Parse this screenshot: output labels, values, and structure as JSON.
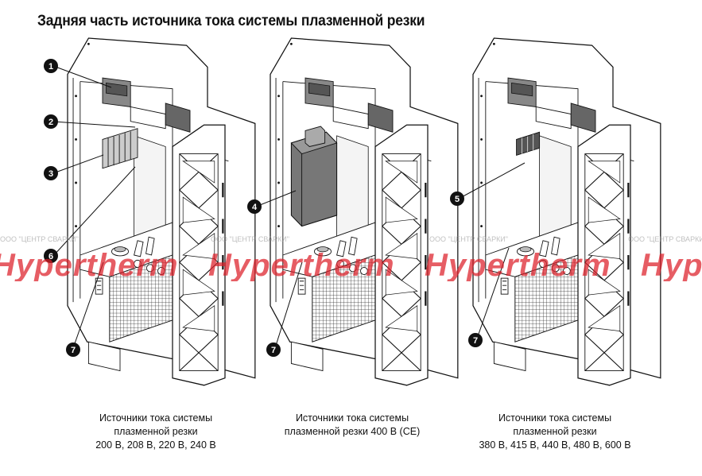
{
  "title": "Задняя часть источника тока системы плазменной резки",
  "watermark": {
    "logo_text": "Hypertherm",
    "small_text": "ООО \"ЦЕНТР СВАРКИ\""
  },
  "callouts": [
    "1",
    "2",
    "3",
    "6",
    "7",
    "4",
    "7",
    "5",
    "7"
  ],
  "captions": [
    {
      "lines": [
        "Источники тока системы",
        "плазменной резки",
        "200 В, 208 В, 220 В, 240 В"
      ]
    },
    {
      "lines": [
        "Источники тока системы",
        "плазменной резки 400 В (CE)"
      ]
    },
    {
      "lines": [
        "Источники тока системы",
        "плазменной резки",
        "380 В, 415 В, 440 В, 480 В, 600 В"
      ]
    }
  ],
  "colors": {
    "line": "#111111",
    "shade": "#777777",
    "dark": "#333333",
    "watermark_red": "#dc1e28"
  }
}
